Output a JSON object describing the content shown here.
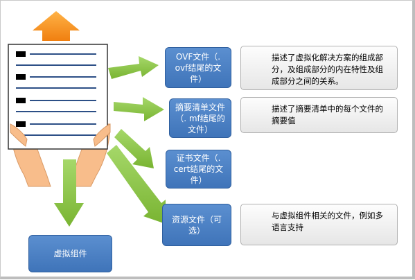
{
  "nodes": {
    "ovf": "OVF文件（. ovf结尾的文件）",
    "manifest": "摘要清单文件（. mf结尾的文件）",
    "cert": "证书文件（. cert结尾的文件）",
    "resource": "资源文件（可选）",
    "virtual_component": "虚拟组件"
  },
  "descriptions": {
    "ovf": "描述了虚拟化解决方案的组成部分，及组成部分的内在特性及组成部分之间的关系。",
    "manifest": "描述了摘要清单中的每个文件的摘要值",
    "resource": "与虚拟组件相关的文件，例如多语言支持"
  },
  "icons": {
    "document": "document-held-by-hands-icon",
    "upload_arrow": "orange-up-arrow-icon"
  },
  "colors": {
    "node_blue": "#4a7fc4",
    "arrow_green": "#8cc63f",
    "arrow_orange": "#f7941d",
    "hand_skin": "#f8bd8b",
    "desc_gray": "#eeeeee"
  }
}
